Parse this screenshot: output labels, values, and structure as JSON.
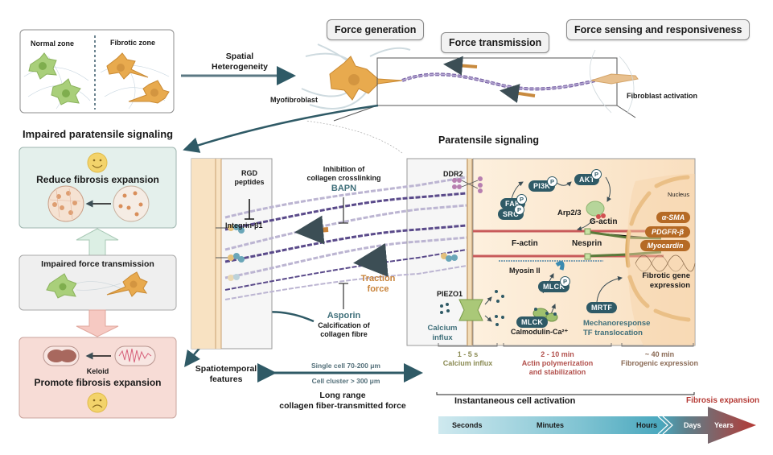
{
  "top": {
    "zone_panel": {
      "normal_label": "Normal zone",
      "fibrotic_label": "Fibrotic zone"
    },
    "spatial_arrow_label": [
      "Spatial",
      "Heterogeneity"
    ],
    "myofibroblast_label": "Myofibroblast",
    "fibroblast_activation_label": "Fibroblast activation",
    "stage_boxes": [
      "Force generation",
      "Force transmission",
      "Force sensing and responsiveness"
    ]
  },
  "left": {
    "section_title": "Impaired paratensile signaling",
    "reduce_box": {
      "title": "Reduce fibrosis expansion",
      "emoji": "smiley-face"
    },
    "impaired_box": {
      "title": "Impaired force transmission"
    },
    "promote_box": {
      "keloid_label": "Keloid",
      "title": "Promote fibrosis expansion",
      "emoji": "sad-face"
    }
  },
  "middle": {
    "rgd_label": [
      "RGD",
      "peptides"
    ],
    "integrin_label": "Integrin-β1",
    "inhibition_label": [
      "Inhibition of",
      "collagen crosslinking"
    ],
    "bapn_label": "BAPN",
    "traction_label": [
      "Traction",
      "force"
    ],
    "asporin_label": "Asporin",
    "calcification_label": [
      "Calcification of",
      "collagen fibre"
    ],
    "spatiotemporal_label": [
      "Spatiotemporal",
      "features"
    ],
    "range_top": "Single cell 70-200 μm",
    "range_bottom": "Cell cluster > 300 μm",
    "long_range_label": [
      "Long range",
      "collagen fiber-transmitted force"
    ]
  },
  "signaling": {
    "title": "Paratensile signaling",
    "ddr2": "DDR2",
    "piezo1": "PIEZO1",
    "calcium_influx": [
      "Calcium",
      "influx"
    ],
    "pills": {
      "fak": "FAK",
      "src": "SRC",
      "pi3k": "PI3K",
      "akt": "AKT",
      "mlck_p": "MLCK",
      "mlck": "MLCK",
      "mrtf": "MRTF"
    },
    "phospho": "P",
    "arp23": "Arp2/3",
    "g_actin": "G-actin",
    "f_actin": "F-actin",
    "nesprin": "Nesprin",
    "myosin": "Myosin II",
    "calmodulin": "Calmodulin-Ca²⁺",
    "mechanoresponse": [
      "Mechanoresponse",
      "TF translocation"
    ],
    "nucleus": "Nucleus",
    "genes": [
      "α-SMA",
      "PDGFR-β",
      "Myocardin"
    ],
    "fibrotic_gene": [
      "Fibrotic gene",
      "expression"
    ]
  },
  "timeline": {
    "phases": [
      {
        "time": "1 - 5 s",
        "label": [
          "Calcium influx"
        ],
        "color": "#8a8a52"
      },
      {
        "time": "2 - 10 min",
        "label": [
          "Actin polymerization",
          "and stabilization"
        ],
        "color": "#b2514d"
      },
      {
        "time": "~ 40 min",
        "label": [
          "Fibrogenic expression"
        ],
        "color": "#8a6a55"
      }
    ],
    "instantaneous_label": "Instantaneous cell activation",
    "fibrosis_expansion_label": "Fibrosis expansion",
    "scale": [
      "Seconds",
      "Minutes",
      "Hours",
      "Days",
      "Years"
    ]
  },
  "colors": {
    "teal_dark": "#2f5a66",
    "orange_cell": "#e8aa4e",
    "green_cell": "#a9cf7a",
    "collagen_purple": "#6e5a9a",
    "fibrosis_red": "#b53a35",
    "reduce_bg": "#e4f0ec",
    "promote_bg": "#f7dcd6",
    "signal_bg": "#fbe6cc"
  }
}
